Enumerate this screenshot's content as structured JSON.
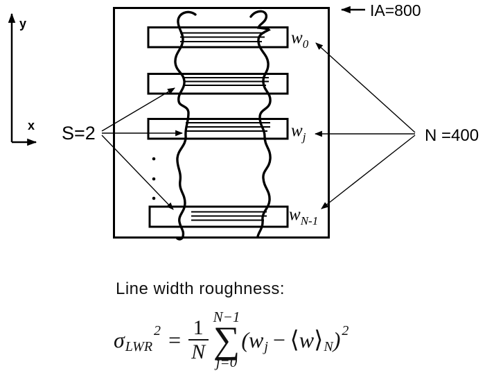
{
  "figure": {
    "axes": {
      "x_label": "x",
      "y_label": "y"
    },
    "inspection_area_label": "IA=800",
    "num_lines_label": "N =400",
    "smoothing_label": "S=2",
    "width_labels": {
      "w0": {
        "base": "w",
        "sub": "0"
      },
      "wj": {
        "base": "w",
        "sub": "j"
      },
      "wn1": {
        "base": "w",
        "sub": "N-1"
      }
    },
    "colors": {
      "ink": "#000000",
      "background": "#ffffff"
    }
  },
  "caption": {
    "title": "Line width roughness:"
  },
  "formula": {
    "sigma": "σ",
    "sigma_sub": "LWR",
    "sigma_sup": "2",
    "equals": "=",
    "frac_num": "1",
    "frac_den": "N",
    "sum_upper": "N−1",
    "sum_symbol": "∑",
    "sum_lower": "j=0",
    "open_paren": "(",
    "w_term": "w",
    "w_term_sub": "j",
    "minus": "−",
    "langle": "⟨",
    "w_mean": "w",
    "rangle": "⟩",
    "mean_sub": "N",
    "close_paren": ")",
    "outer_sup": "2"
  }
}
